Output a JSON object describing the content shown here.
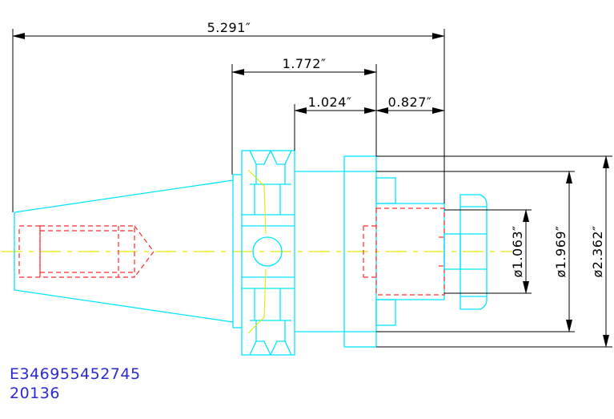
{
  "dimensions": {
    "overall_length": "5.291″",
    "shank_length": "1.772″",
    "neck_length": "1.024″",
    "bore_depth": "0.827″",
    "bore_diameter": "ø1.063″",
    "collar_diameter": "ø1.969″",
    "nose_diameter": "ø2.362″"
  },
  "footer": {
    "part_number": "E346955452745",
    "code": "20136"
  },
  "colors": {
    "outline": "#00e5ff",
    "hidden": "#ff2a2a",
    "centerline": "#e6e600",
    "dimension": "#000000",
    "label": "#2a2ad4"
  },
  "icons": {
    "cross_hole": "circle-icon",
    "arrowheads": "arrow-icon"
  }
}
